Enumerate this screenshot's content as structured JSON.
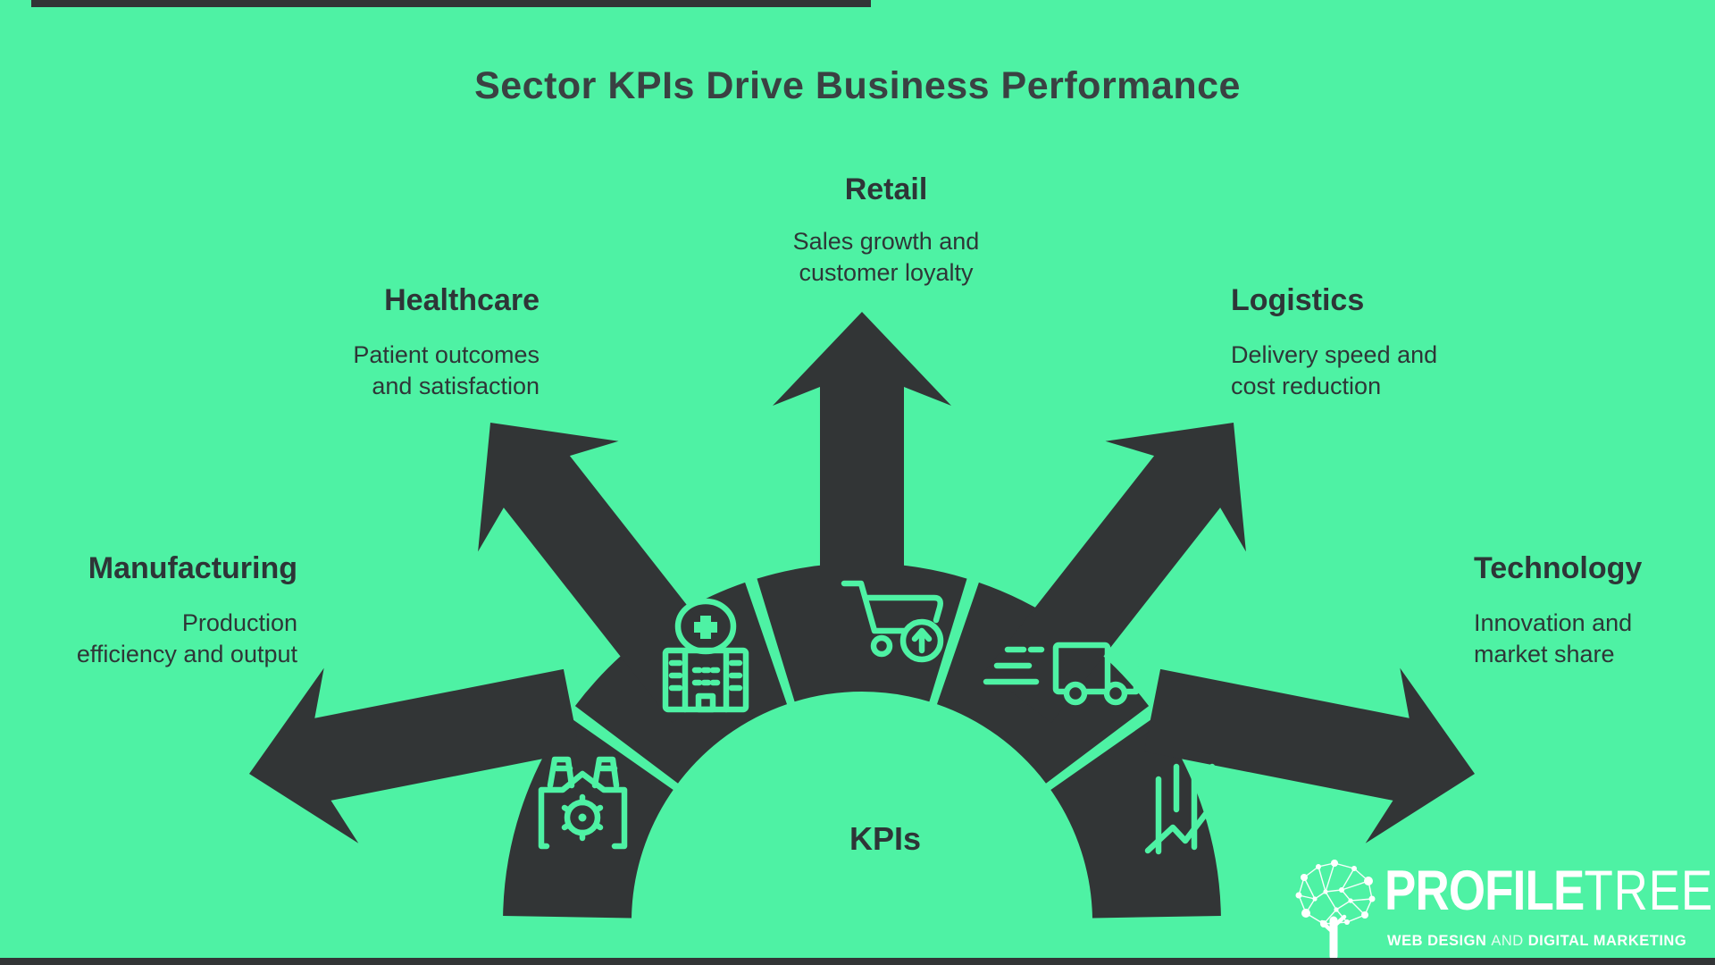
{
  "title": "Sector KPIs Drive Business Performance",
  "center_label": "KPIs",
  "colors": {
    "background": "#4EF2A4",
    "shape_dark": "#323536",
    "icon_green": "#4EF2A4",
    "text_dark": "#2F3637",
    "logo_white": "#FFFFFF"
  },
  "sectors": [
    {
      "label": "Manufacturing",
      "lines": [
        "Production",
        "efficiency and output"
      ],
      "icon": "factory-icon"
    },
    {
      "label": "Healthcare",
      "lines": [
        "Patient outcomes",
        "and satisfaction"
      ],
      "icon": "hospital-icon"
    },
    {
      "label": "Retail",
      "lines": [
        "Sales growth and",
        "customer loyalty"
      ],
      "icon": "shopping-cart-icon"
    },
    {
      "label": "Logistics",
      "lines": [
        "Delivery speed and",
        "cost reduction"
      ],
      "icon": "delivery-truck-icon"
    },
    {
      "label": "Technology",
      "lines": [
        "Innovation and",
        "market share"
      ],
      "icon": "growth-chart-icon"
    }
  ],
  "logo": {
    "brand_primary": "PROFILE",
    "brand_secondary": "TREE",
    "tagline_lead": "WEB DESIGN",
    "tagline_mid": "AND",
    "tagline_tail": "DIGITAL MARKETING"
  }
}
